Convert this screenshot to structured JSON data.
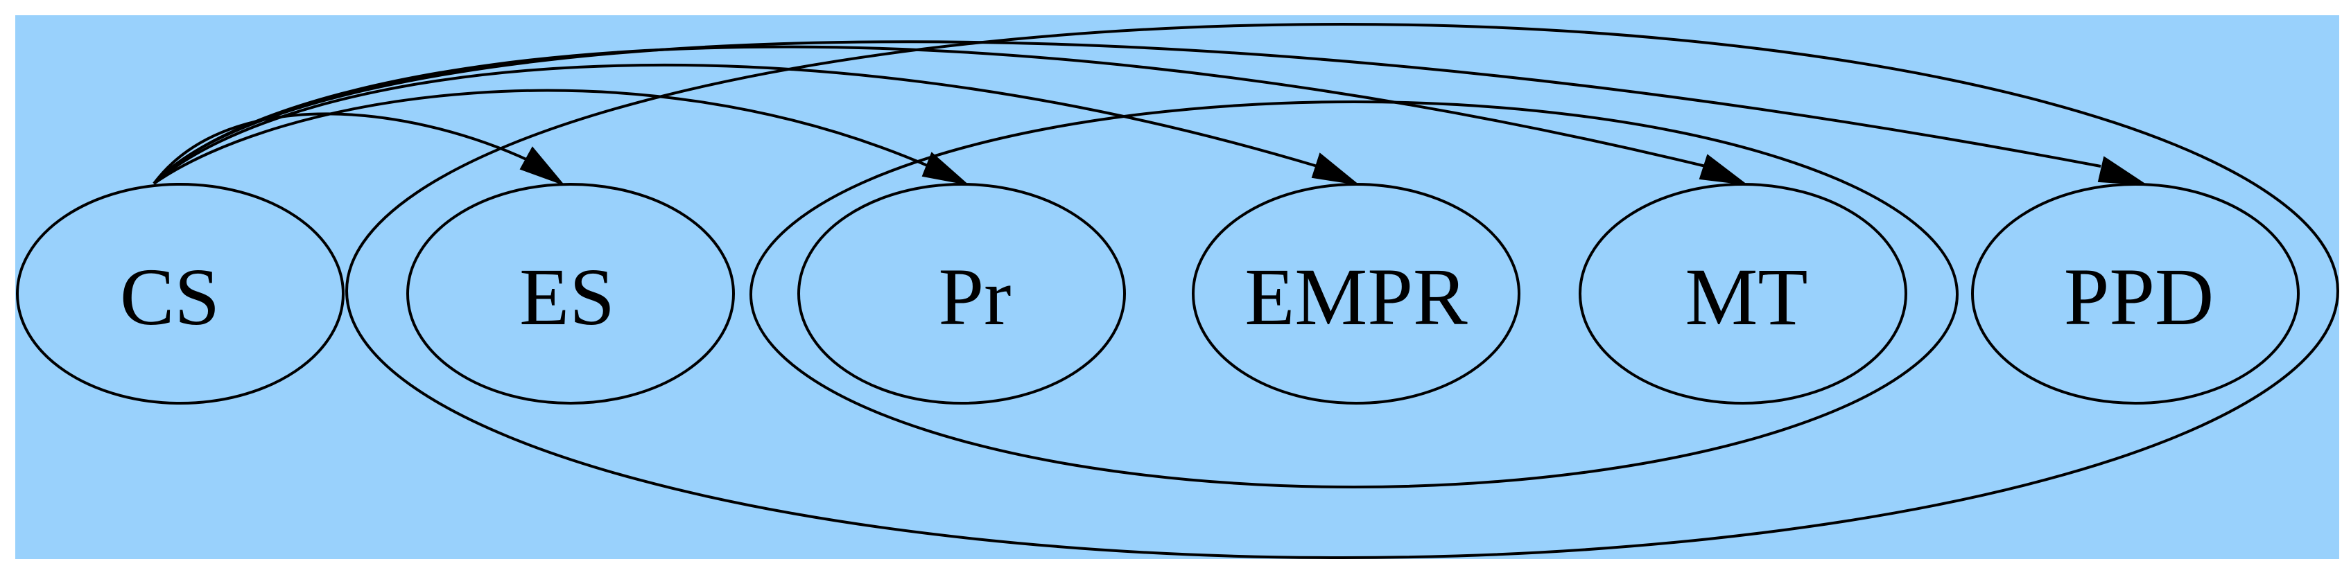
{
  "colors": {
    "background": "#99d1fc",
    "stroke": "#000000",
    "text": "#000000"
  },
  "nodes": [
    {
      "id": "CS",
      "label": "CS"
    },
    {
      "id": "ES",
      "label": "ES"
    },
    {
      "id": "Pr",
      "label": "Pr"
    },
    {
      "id": "EMPR",
      "label": "EMPR"
    },
    {
      "id": "MT",
      "label": "MT"
    },
    {
      "id": "PPD",
      "label": "PPD"
    }
  ],
  "edges": [
    {
      "from": "CS",
      "to": "ES"
    },
    {
      "from": "CS",
      "to": "Pr"
    },
    {
      "from": "CS",
      "to": "EMPR"
    },
    {
      "from": "CS",
      "to": "MT"
    },
    {
      "from": "CS",
      "to": "PPD"
    }
  ],
  "groups": [
    {
      "id": "outer",
      "members": [
        "ES",
        "Pr",
        "EMPR",
        "MT",
        "PPD"
      ]
    },
    {
      "id": "inner",
      "members": [
        "Pr",
        "EMPR",
        "MT"
      ]
    }
  ]
}
